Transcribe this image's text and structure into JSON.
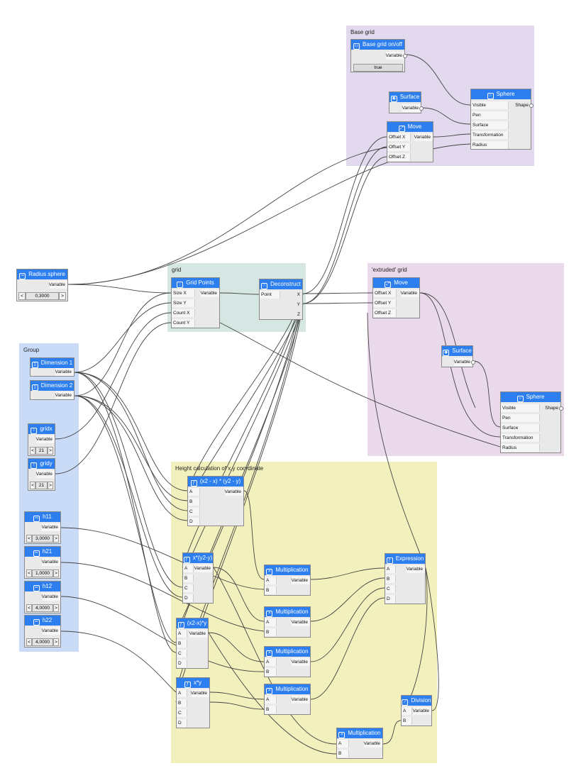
{
  "groups": {
    "base_grid": "Base grid",
    "grid": "grid",
    "extruded_grid": "'extruded' grid",
    "group": "Group",
    "height_calc": "Height calculation of x,y coordinate"
  },
  "nodes": {
    "base_grid_toggle": {
      "title": "Base grid on/off",
      "out": "Variable",
      "value": "true"
    },
    "surface1": {
      "title": "Surface",
      "out": "Variable"
    },
    "move1": {
      "title": "Move",
      "in": [
        "Offset X",
        "Offset Y",
        "Offset Z"
      ],
      "out": "Variable"
    },
    "sphere1": {
      "title": "Sphere",
      "in": [
        "Visible",
        "Pen",
        "Surface",
        "Transformation",
        "Radius"
      ],
      "out": "Shape"
    },
    "radius_sphere": {
      "title": "Radius sphere",
      "out": "Variable",
      "value": "0,3000",
      "dec": "<",
      "inc": ">"
    },
    "grid_points": {
      "title": "Grid Points",
      "in": [
        "Size X",
        "Size Y",
        "Count X",
        "Count Y"
      ],
      "out": "Variable"
    },
    "deconstruct": {
      "title": "Deconstruct",
      "in": [
        "Point"
      ],
      "out": [
        "X",
        "Y",
        "Z"
      ]
    },
    "move2": {
      "title": "Move",
      "in": [
        "Offset X",
        "Offset Y",
        "Offset Z"
      ],
      "out": "Variable"
    },
    "surface2": {
      "title": "Surface",
      "out": "Variable"
    },
    "sphere2": {
      "title": "Sphere",
      "in": [
        "Visible",
        "Pen",
        "Surface",
        "Transformation",
        "Radius"
      ],
      "out": "Shape"
    },
    "dimension1": {
      "title": "Dimension 1",
      "out": "Variable"
    },
    "dimension2": {
      "title": "Dimension 2",
      "out": "Variable"
    },
    "gridx": {
      "title": "gridx",
      "out": "Variable",
      "value": "21",
      "dec": "<",
      "inc": ">"
    },
    "gridy": {
      "title": "gridy",
      "out": "Variable",
      "value": "21",
      "dec": "<",
      "inc": ">"
    },
    "h11": {
      "title": "h11",
      "out": "Variable",
      "value": "3,0000",
      "dec": "<",
      "inc": ">"
    },
    "h21": {
      "title": "h21",
      "out": "Variable",
      "value": "1,0000",
      "dec": "<",
      "inc": ">"
    },
    "h12": {
      "title": "h12",
      "out": "Variable",
      "value": "4,0000",
      "dec": "<",
      "inc": ">"
    },
    "h22": {
      "title": "h22",
      "out": "Variable",
      "value": "4,0000",
      "dec": "<",
      "inc": ">"
    },
    "expr1": {
      "title": "(x2 - x) * (y2 - y)",
      "in": [
        "A",
        "B",
        "C",
        "D"
      ],
      "out": "Variable"
    },
    "expr2": {
      "title": "x*(y2-y)",
      "in": [
        "A",
        "B",
        "C",
        "D"
      ],
      "out": "Variable"
    },
    "expr3": {
      "title": "(x2-x)*y",
      "in": [
        "A",
        "B",
        "C",
        "D"
      ],
      "out": "Variable"
    },
    "expr4": {
      "title": "x*y",
      "in": [
        "A",
        "B",
        "C",
        "D"
      ],
      "out": "Variable"
    },
    "mult1": {
      "title": "Multiplication",
      "in": [
        "A",
        "B"
      ],
      "out": "Variable"
    },
    "mult2": {
      "title": "Multiplication",
      "in": [
        "A",
        "B"
      ],
      "out": "Variable"
    },
    "mult3": {
      "title": "Multiplication",
      "in": [
        "A",
        "B"
      ],
      "out": "Variable"
    },
    "mult4": {
      "title": "Multiplication",
      "in": [
        "A",
        "B"
      ],
      "out": "Variable"
    },
    "mult5": {
      "title": "Multiplication",
      "in": [
        "A",
        "B"
      ],
      "out": "Variable"
    },
    "expression": {
      "title": "Expression",
      "in": [
        "A",
        "B",
        "C",
        "D"
      ],
      "out": "Variable"
    },
    "division": {
      "title": "Division",
      "in": [
        "A",
        "B"
      ],
      "out": "Variable"
    }
  },
  "colors": {
    "node_header": "#2d7ff0",
    "base_grid_bg": "#e3d9ee",
    "grid_bg": "#d6e6e2",
    "extruded_bg": "#ead9ea",
    "group_bg": "#c9dbf7",
    "height_bg": "#f2f1bd"
  }
}
